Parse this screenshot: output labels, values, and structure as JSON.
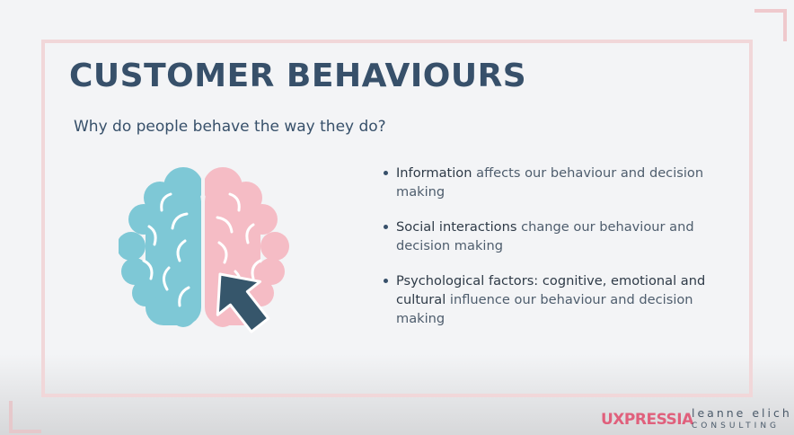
{
  "slide": {
    "title": "CUSTOMER BEHAVIOURS",
    "subtitle": "Why do people behave the way they do?"
  },
  "bullets": [
    {
      "bold": "Information",
      "rest": " affects our behaviour and decision making"
    },
    {
      "bold": "Social interactions",
      "rest": " change our behaviour and decision making"
    },
    {
      "bold": "Psychological factors: cognitive, emotional and cultural",
      "rest": " influence our behaviour and decision making"
    }
  ],
  "logos": {
    "uxpressia": "UXPRESSIA",
    "consulting_line1": "leanne elich",
    "consulting_line2": "CONSULTING"
  },
  "colors": {
    "title": "#37506a",
    "brain_left": "#7ec8d6",
    "brain_right": "#f5bcc5",
    "cursor": "#36566b",
    "frame": "#f1d7d9",
    "uxpressia": "#e0607c"
  },
  "icons": [
    "brain-icon",
    "cursor-arrow-icon"
  ]
}
